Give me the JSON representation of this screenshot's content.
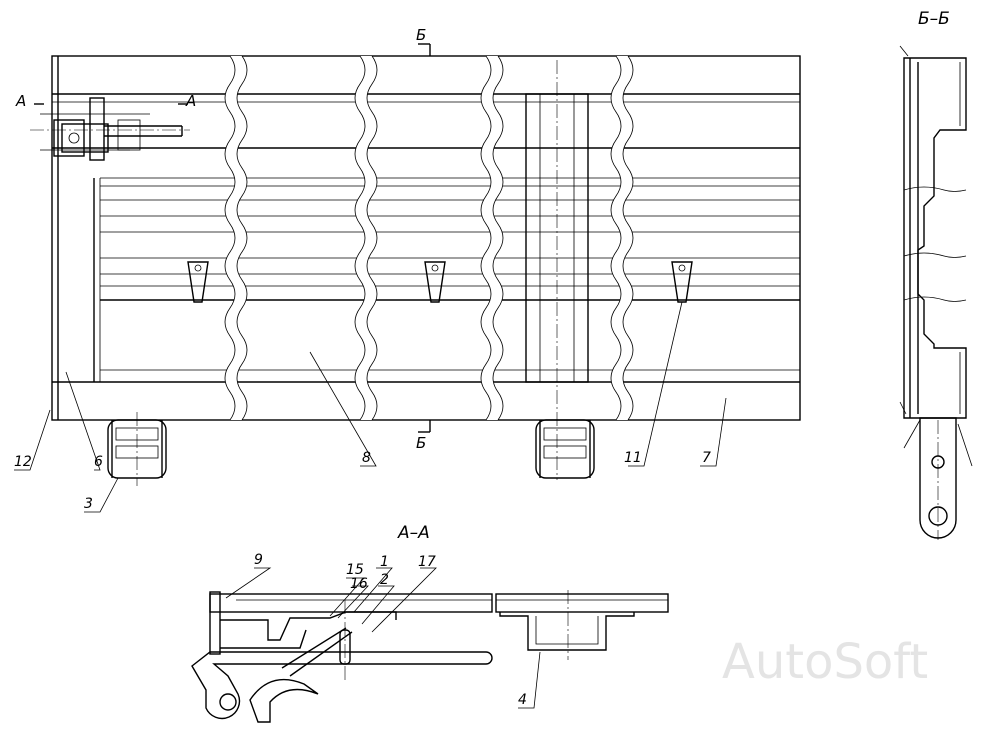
{
  "section_labels": {
    "section_a": "A",
    "section_a_title": "А–А",
    "section_b": "Б",
    "section_b_title": "Б–Б"
  },
  "callouts": {
    "c12": "12",
    "c6": "6",
    "c3": "3",
    "c8": "8",
    "c11": "11",
    "c7": "7",
    "c9": "9",
    "c15": "15",
    "c16": "16",
    "c1": "1",
    "c2": "2",
    "c17": "17",
    "c4": "4"
  },
  "watermark": "AutoSoft"
}
